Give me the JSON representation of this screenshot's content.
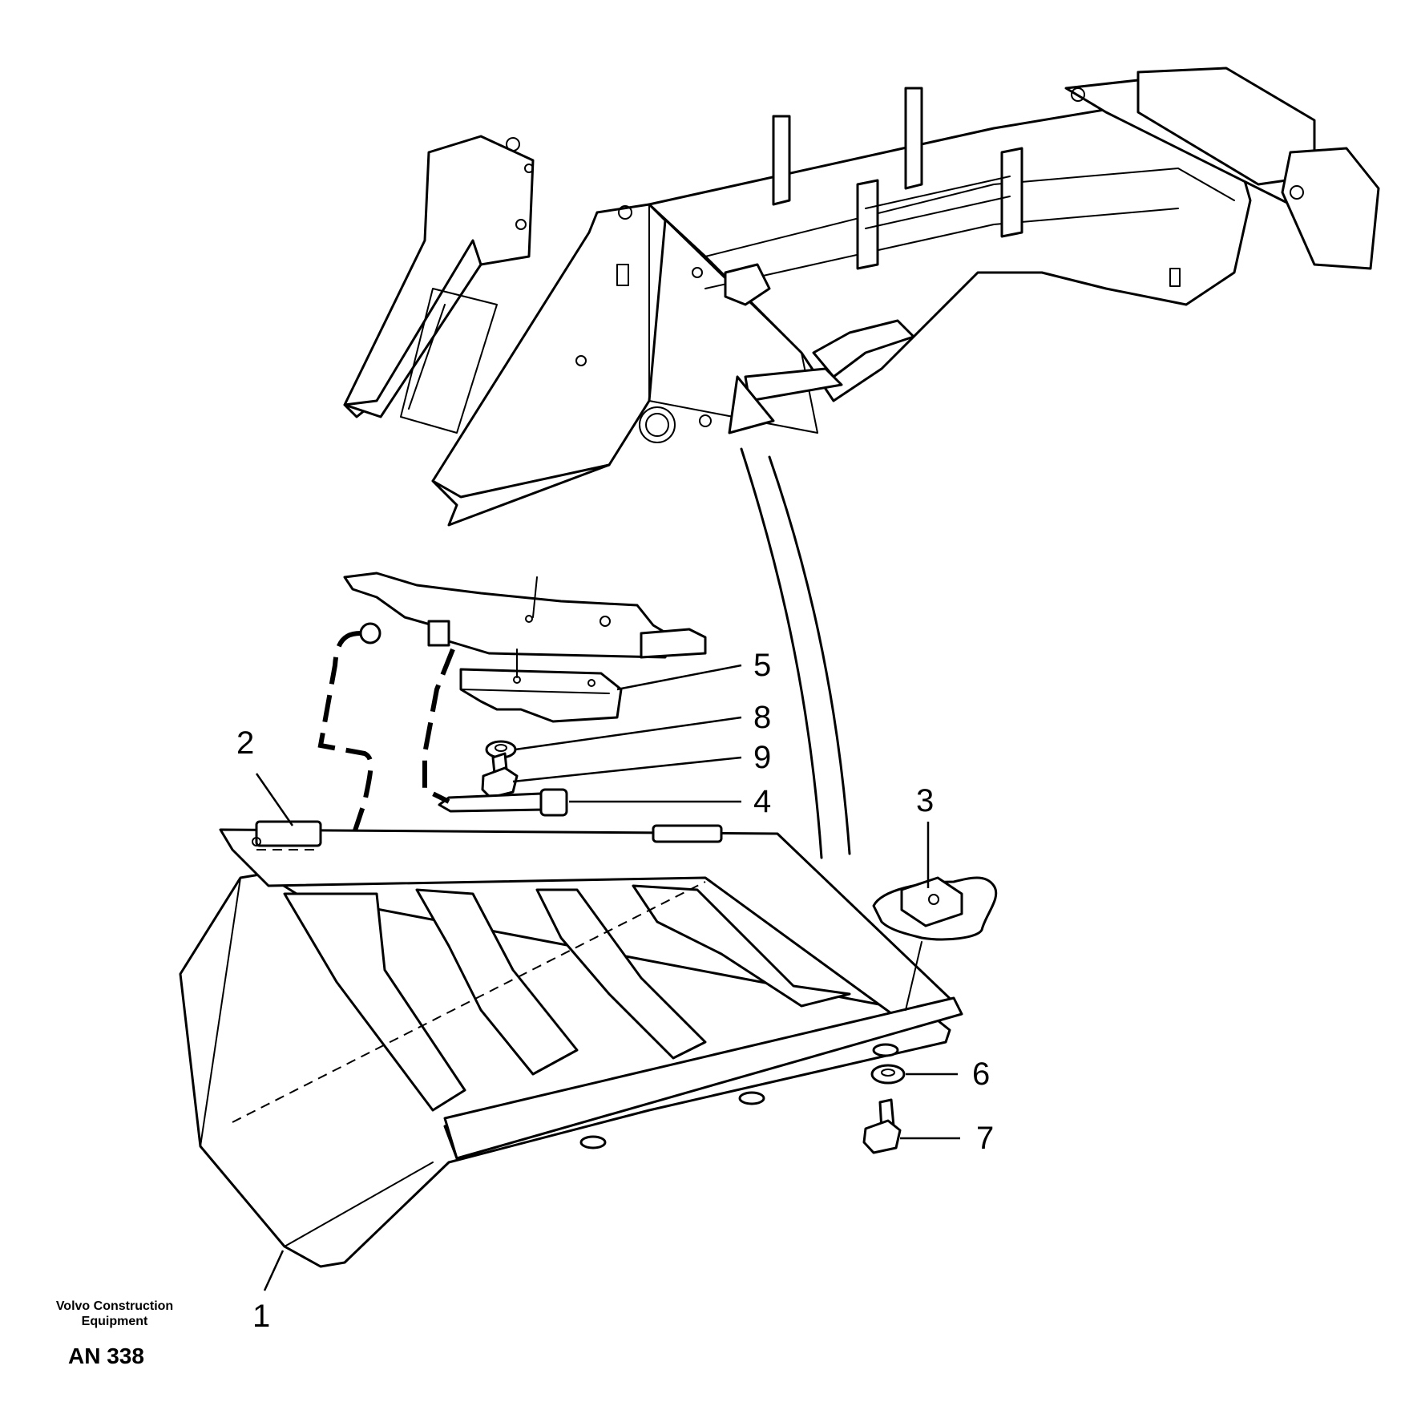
{
  "callouts": [
    {
      "label": "1"
    },
    {
      "label": "2"
    },
    {
      "label": "3"
    },
    {
      "label": "4"
    },
    {
      "label": "5"
    },
    {
      "label": "6"
    },
    {
      "label": "7"
    },
    {
      "label": "8"
    },
    {
      "label": "9"
    }
  ],
  "footer": {
    "maker_line1": "Volvo Construction",
    "maker_line2": "Equipment",
    "code": "AN 338"
  }
}
